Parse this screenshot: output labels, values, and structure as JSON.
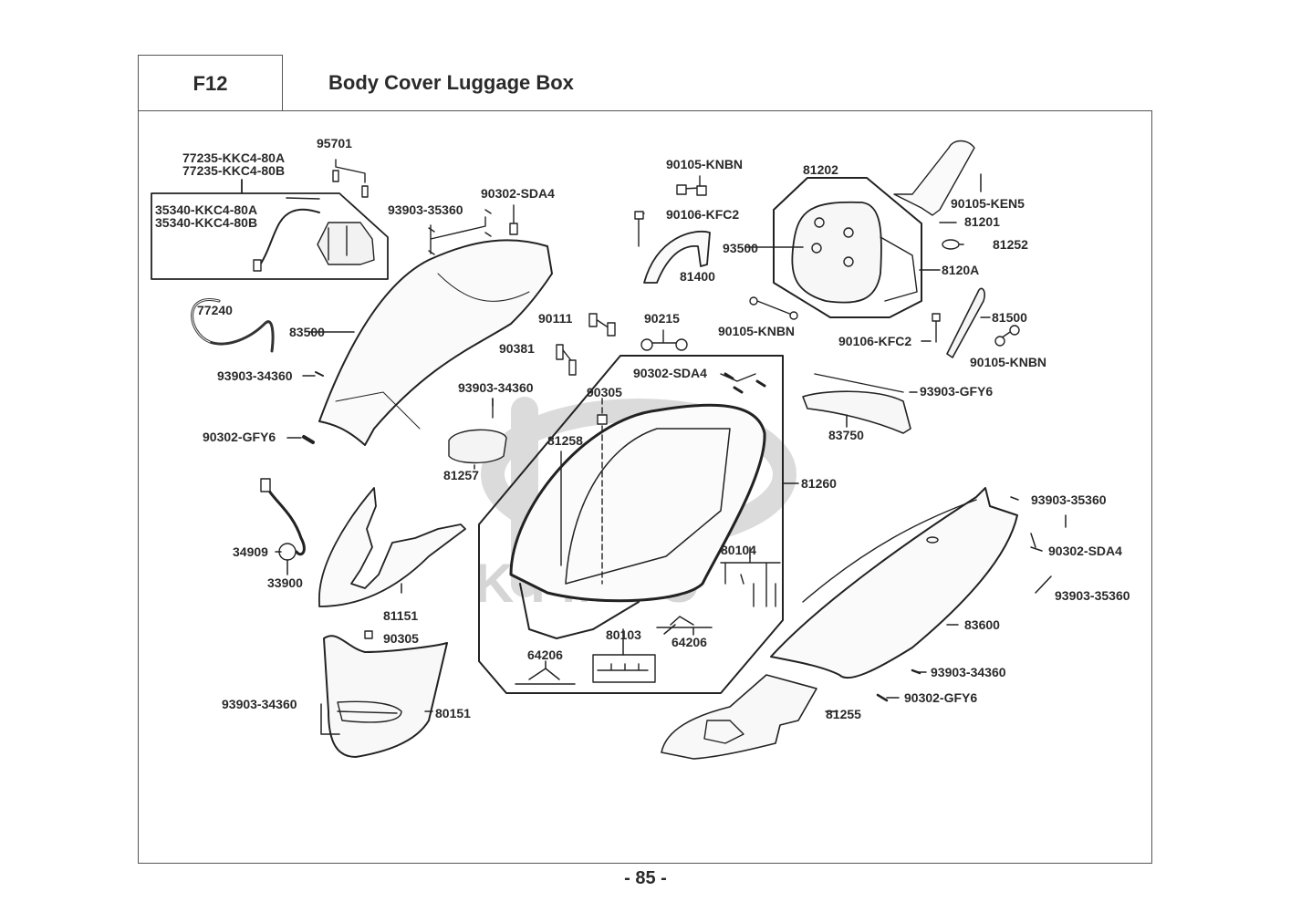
{
  "header": {
    "code": "F12",
    "title": "Body Cover  Luggage Box"
  },
  "page_number": "- 85 -",
  "watermark": "KYMCO",
  "labels": {
    "p95701": "95701",
    "p77235a": "77235-KKC4-80A",
    "p77235b": "77235-KKC4-80B",
    "p35340a": "35340-KKC4-80A",
    "p35340b": "35340-KKC4-80B",
    "p93903_35360_top": "93903-35360",
    "p90302_sda4_top": "90302-SDA4",
    "p90105_knbn_top": "90105-KNBN",
    "p90106_kfc2_top": "90106-KFC2",
    "p81400": "81400",
    "p81202": "81202",
    "p93500": "93500",
    "p90105_ken5": "90105-KEN5",
    "p81201": "81201",
    "p81252": "81252",
    "p8120a": "8120A",
    "p77240": "77240",
    "p83500": "83500",
    "p93903_34360_left": "93903-34360",
    "p90302_gfy6_left": "90302-GFY6",
    "p90111": "90111",
    "p90215": "90215",
    "p90381": "90381",
    "p90105_knbn_mid": "90105-KNBN",
    "p90106_kfc2_right": "90106-KFC2",
    "p81500": "81500",
    "p90105_knbn_right": "90105-KNBN",
    "p93903_34360_mid": "93903-34360",
    "p90302_sda4_box": "90302-SDA4",
    "p90305_box": "90305",
    "p81258": "81258",
    "p81257": "81257",
    "p93903_gfy6": "93903-GFY6",
    "p83750": "83750",
    "p81260": "81260",
    "p34909": "34909",
    "p33900": "33900",
    "p81151": "81151",
    "p80104": "80104",
    "p93903_35360_r1": "93903-35360",
    "p90302_sda4_r": "90302-SDA4",
    "p93903_35360_r2": "93903-35360",
    "p90305_front": "90305",
    "p64206_a": "64206",
    "p80103": "80103",
    "p64206_b": "64206",
    "p83600": "83600",
    "p93903_34360_front": "93903-34360",
    "p80151": "80151",
    "p93903_34360_r": "93903-34360",
    "p90302_gfy6_r": "90302-GFY6",
    "p81255": "81255"
  }
}
